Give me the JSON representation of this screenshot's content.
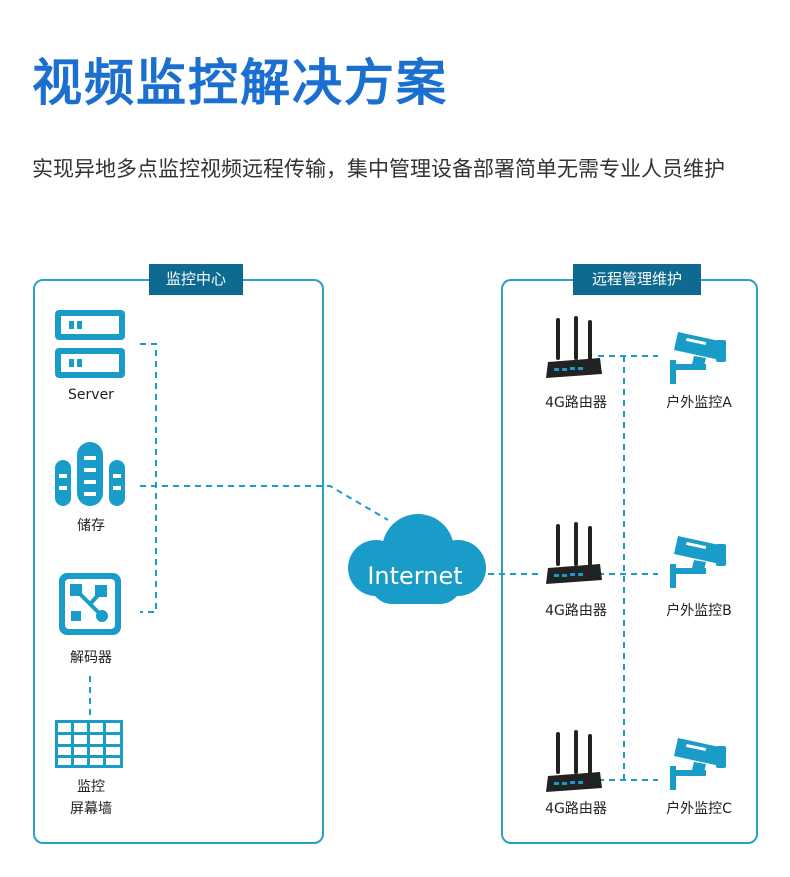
{
  "title": "视频监控解决方案",
  "description": "实现异地多点监控视频远程传输，集中管理设备部署简单无需专业人员维护",
  "left_panel": {
    "title": "监控中心",
    "items": {
      "server": "Server",
      "storage": "储存",
      "decoder": "解码器",
      "wall_line1": "监控",
      "wall_line2": "屏幕墙"
    }
  },
  "cloud": {
    "label": "Internet"
  },
  "right_panel": {
    "title": "远程管理维护",
    "routers": [
      "4G路由器",
      "4G路由器",
      "4G路由器"
    ],
    "cameras": [
      "户外监控A",
      "户外监控B",
      "户外监控C"
    ]
  },
  "colors": {
    "title": "#1a6fd0",
    "icon_blue": "#1a9cc8",
    "tab_bg": "#0e6a90",
    "border": "#2e9fc4",
    "router": "#222222"
  }
}
